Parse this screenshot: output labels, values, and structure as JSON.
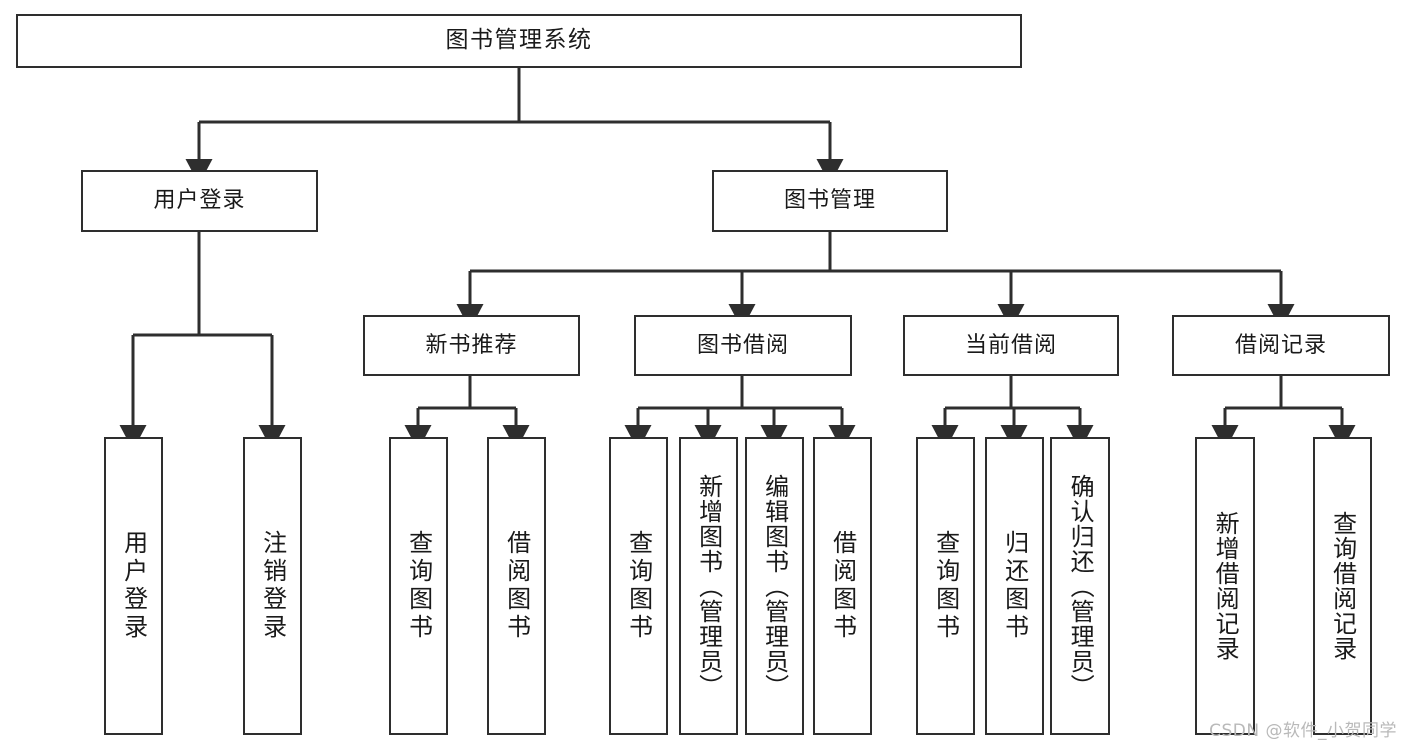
{
  "diagram": {
    "title": "图书管理系统",
    "watermark": "CSDN @软件_小贺同学",
    "stroke_color": "#2e2e2e",
    "fill_color": "#ffffff",
    "text_color": "#1a1a1a",
    "watermark_color": "#b9b9b9",
    "root": {
      "label": "图书管理系统"
    },
    "level2": [
      {
        "label": "用户登录"
      },
      {
        "label": "图书管理"
      }
    ],
    "level3": [
      {
        "label": "新书推荐"
      },
      {
        "label": "图书借阅"
      },
      {
        "label": "当前借阅"
      },
      {
        "label": "借阅记录"
      }
    ],
    "leaves": {
      "user_login": [
        {
          "label": "用户登录"
        },
        {
          "label": "注销登录"
        }
      ],
      "new_book_recommend": [
        {
          "label": "查询图书"
        },
        {
          "label": "借阅图书"
        }
      ],
      "book_borrow": [
        {
          "label": "查询图书"
        },
        {
          "label": "新增图书（管理员）"
        },
        {
          "label": "编辑图书（管理员）"
        },
        {
          "label": "借阅图书"
        }
      ],
      "current_borrow": [
        {
          "label": "查询图书"
        },
        {
          "label": "归还图书"
        },
        {
          "label": "确认归还（管理员）"
        }
      ],
      "borrow_record": [
        {
          "label": "新增借阅记录"
        },
        {
          "label": "查询借阅记录"
        }
      ]
    }
  }
}
